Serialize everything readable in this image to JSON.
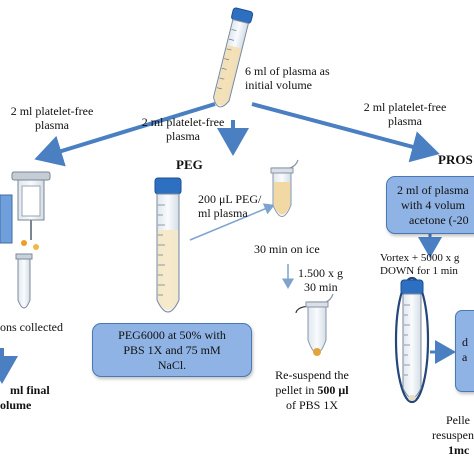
{
  "center": {
    "plasma_label": "6 ml of plasma as initial volume",
    "to_left_label": "2 ml platelet-free plasma",
    "to_mid_label": "2 ml platelet-free plasma",
    "to_right_label": "2 ml platelet-free plasma"
  },
  "left": {
    "collected_label": "ons collected",
    "final_line1": "ml final",
    "final_line2": "olume"
  },
  "peg": {
    "title": "PEG",
    "add_label_1": "200 μL PEG/",
    "add_label_2": "ml plasma",
    "ice_label": "30 min on ice",
    "spin_label_1": "1.500 x g",
    "spin_label_2": "30 min",
    "box_line1": "PEG6000 at 50% with",
    "box_line2": "PBS 1X and 75 mM",
    "box_line3": "NaCl.",
    "resuspend_1": "Re-suspend the",
    "resuspend_2_pre": "pellet in ",
    "resuspend_2_bold": "500 μl",
    "resuspend_3": "of PBS 1X"
  },
  "pros": {
    "title": "PROS",
    "box_line1": "2 ml of plasma",
    "box_line2": "with 4 volum",
    "box_line3": "acetone (-20",
    "vortex_1": "Vortex + 5000 x g",
    "vortex_2": "DOWN for 1 min",
    "small_box_1": "d",
    "small_box_2": "a",
    "pellet_1": "Pelle",
    "pellet_2": "resuspen",
    "pellet_3": "1mc"
  },
  "colors": {
    "arrow": "#4a7fc1",
    "box_fill": "#8fb3e4",
    "box_border": "#4a77b5",
    "tube_cap": "#2d6fc0",
    "plasma": "#f3deb0"
  }
}
